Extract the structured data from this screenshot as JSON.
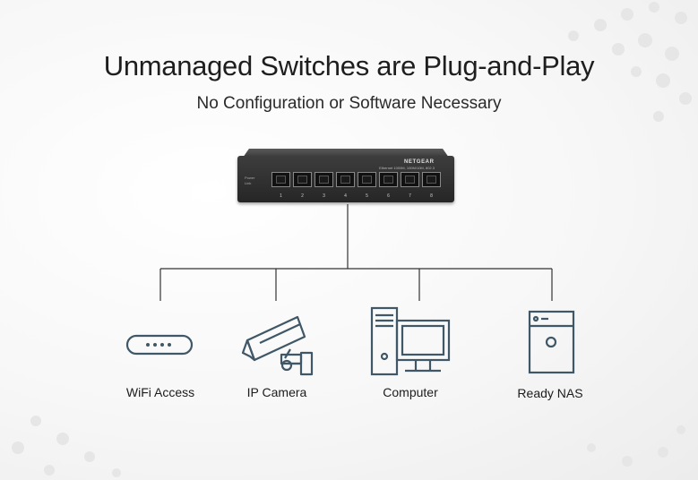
{
  "header": {
    "title": "Unmanaged Switches are Plug-and-Play",
    "subtitle": "No Configuration or Software Necessary"
  },
  "switch": {
    "brand": "NETGEAR",
    "spec": "Ethernet 1000M, 100M/10M, 802.3",
    "led_labels": [
      "Power",
      "Link"
    ],
    "port_numbers": [
      "1",
      "2",
      "3",
      "4",
      "5",
      "6",
      "7",
      "8"
    ]
  },
  "devices": [
    {
      "label": "WiFi Access",
      "icon": "wifi-access-point-icon"
    },
    {
      "label": "IP Camera",
      "icon": "ip-camera-icon"
    },
    {
      "label": "Computer",
      "icon": "computer-icon"
    },
    {
      "label": "Ready NAS",
      "icon": "nas-storage-icon"
    }
  ],
  "colors": {
    "icon_stroke": "#3f5766",
    "line": "#333333",
    "switch_body": "#2e2e2e"
  }
}
